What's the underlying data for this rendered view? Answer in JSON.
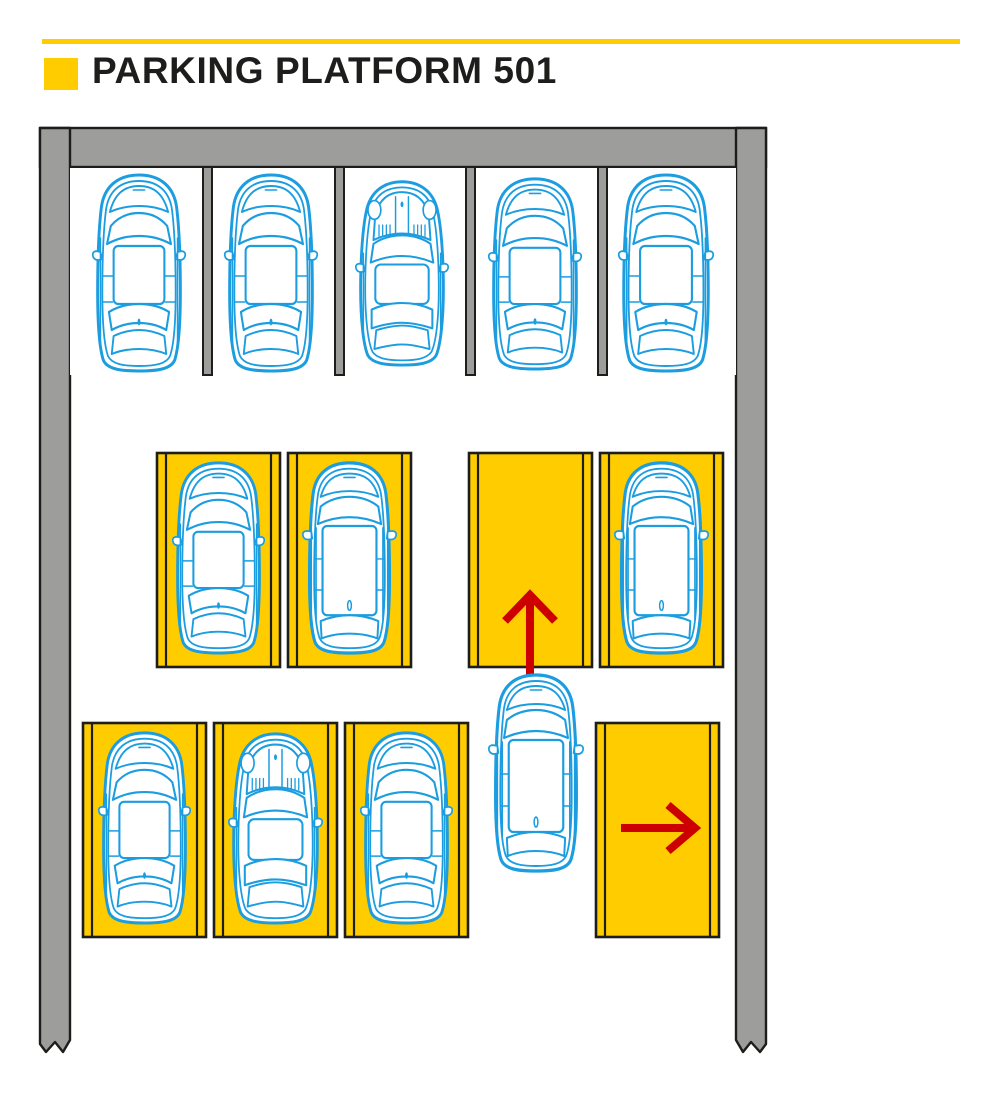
{
  "header": {
    "title": "PARKING PLATFORM 501",
    "marker_icon": "yellow-square-icon",
    "accent_color": "#FFCC00",
    "rule_color": "#FFCC00"
  },
  "colors": {
    "accent_yellow": "#FFCC00",
    "platform_yellow": "#FFCC00",
    "car_outline_blue": "#1B9DE0",
    "car_fill": "#FFFFFF",
    "wall_gray": "#9D9D9C",
    "wall_stroke": "#1D1D1B",
    "arrow_red": "#CC0000",
    "stall_line": "#1D1D1B",
    "background": "#FFFFFF"
  },
  "diagram": {
    "type": "parking-platform-plan",
    "name": "Parking Platform 501 layout",
    "walls": {
      "top_label": "top-wall",
      "left_label": "left-wall",
      "right_label": "right-wall",
      "bottom_edge": "broken-edge-notch"
    },
    "rows": [
      {
        "id": "row-top",
        "kind": "ground-stalls",
        "platform": false,
        "stall_count": 5,
        "stalls": [
          {
            "index": 1,
            "occupied": true,
            "car_type": "sedan",
            "orientation": "nose-up"
          },
          {
            "index": 2,
            "occupied": true,
            "car_type": "sedan",
            "orientation": "nose-up"
          },
          {
            "index": 3,
            "occupied": true,
            "car_type": "coupe",
            "orientation": "nose-up"
          },
          {
            "index": 4,
            "occupied": true,
            "car_type": "sedan",
            "orientation": "nose-up"
          },
          {
            "index": 5,
            "occupied": true,
            "car_type": "sedan",
            "orientation": "nose-up"
          }
        ]
      },
      {
        "id": "row-middle",
        "kind": "lift-platforms",
        "platform": true,
        "stall_count": 4,
        "stalls": [
          {
            "index": 1,
            "occupied": true,
            "car_type": "sedan",
            "arrow": null
          },
          {
            "index": 2,
            "occupied": true,
            "car_type": "sedan",
            "arrow": null
          },
          {
            "index": 3,
            "occupied": false,
            "car_type": null,
            "arrow": "up"
          },
          {
            "index": 4,
            "occupied": true,
            "car_type": "suv",
            "arrow": null
          }
        ]
      },
      {
        "id": "row-bottom",
        "kind": "lift-platforms",
        "platform": true,
        "stall_count": 4,
        "stalls": [
          {
            "index": 1,
            "occupied": true,
            "car_type": "sedan",
            "arrow": null
          },
          {
            "index": 2,
            "occupied": true,
            "car_type": "coupe",
            "arrow": null
          },
          {
            "index": 3,
            "occupied": true,
            "car_type": "sedan",
            "arrow": null
          },
          {
            "index": 4,
            "occupied": false,
            "car_type": null,
            "arrow": "right"
          }
        ]
      }
    ],
    "aisle_vehicle": {
      "id": "aisle-car",
      "car_type": "suv",
      "on_platform": false,
      "note": "vehicle standing in the drive aisle"
    },
    "arrows": [
      {
        "id": "arrow-up",
        "direction": "up",
        "color": "#CC0000",
        "target": "row-middle stall 3"
      },
      {
        "id": "arrow-right",
        "direction": "right",
        "color": "#CC0000",
        "target": "row-bottom stall 4"
      }
    ]
  }
}
